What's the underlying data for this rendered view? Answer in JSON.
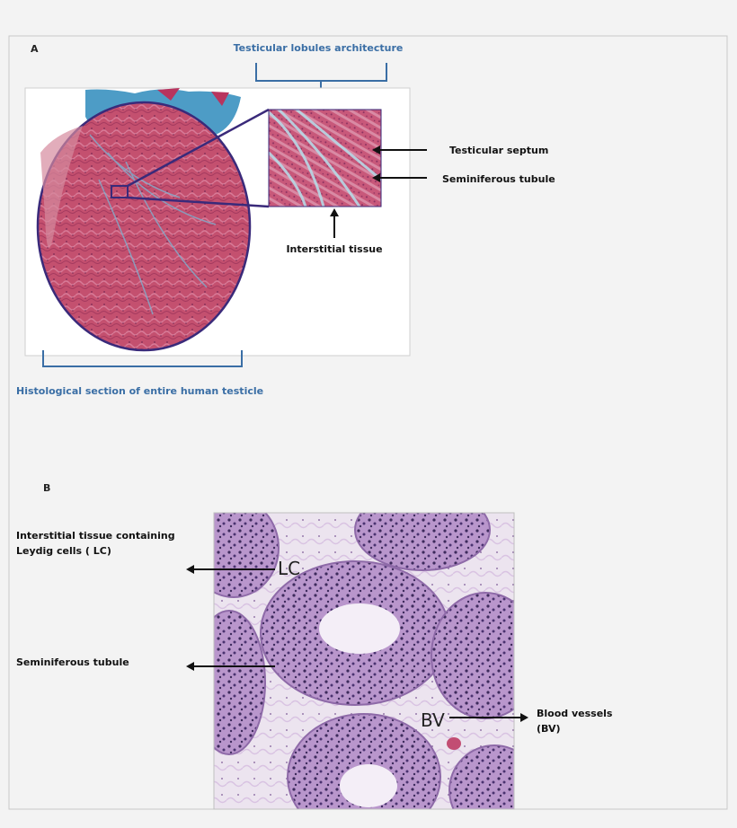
{
  "panel_a": {
    "letter": "A",
    "top_caption": "Testicular lobules architecture",
    "bottom_caption": "Histological section of entire human testicle",
    "callouts": {
      "septum": "Testicular septum",
      "tubule": "Seminiferous tubule",
      "interstitial": "Interstitial tissue"
    }
  },
  "panel_b": {
    "letter": "B",
    "callouts": {
      "interstitial_line1": "Interstitial tissue containing",
      "interstitial_line2": "Leydig cells ( LC)",
      "tubule": "Seminiferous tubule",
      "vessels_line1": "Blood vessels",
      "vessels_line2": "(BV)"
    },
    "image_labels": {
      "lc": "LC",
      "bv": "BV"
    }
  },
  "colors": {
    "caption_blue": "#3a6ea5",
    "stain_pink": "#c84f7a",
    "stain_blue": "#4a9bc4",
    "he_purple": "#a37bbd",
    "outline": "#3a2a7a"
  }
}
